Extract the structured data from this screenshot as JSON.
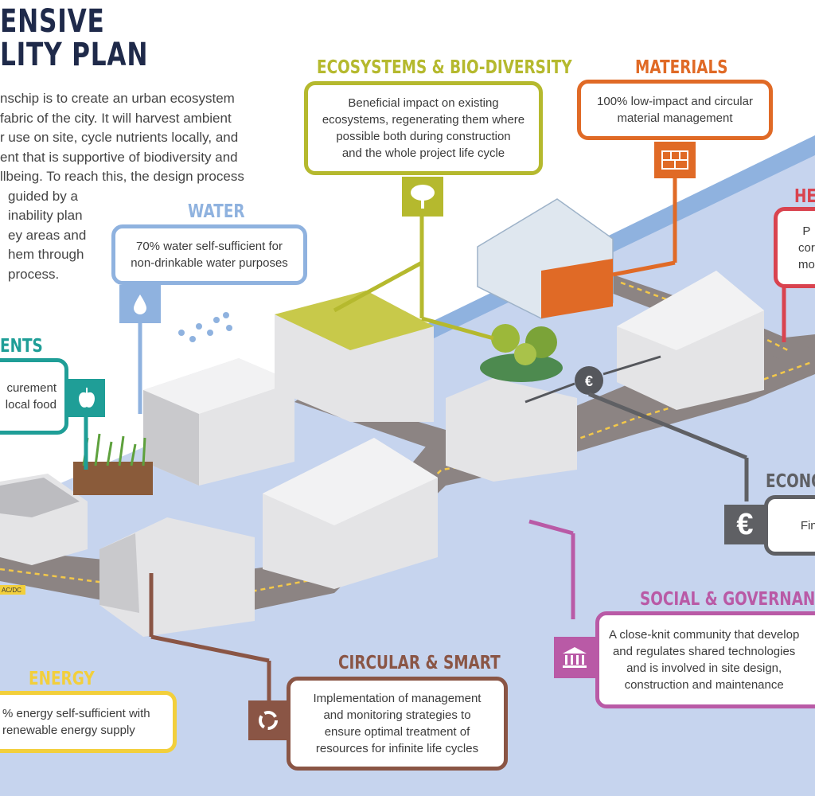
{
  "header": {
    "title_line1": "ENSIVE",
    "title_line2": "LITY PLAN",
    "intro_lines": [
      "nschip is to create an urban ecosystem",
      "fabric of the city. It will harvest ambient",
      "r use on site, cycle nutrients locally, and",
      "ent that is supportive of biodiversity and",
      "llbeing. To reach this, the design process",
      "guided by a",
      "inability plan",
      "ey areas and",
      "hem through",
      "process."
    ]
  },
  "categories": {
    "ecosystems": {
      "title": "ECOSYSTEMS & BIO-DIVERSITY",
      "text": "Beneficial impact on existing\necosystems, regenerating them where\npossible both during construction\nand the whole project life cycle",
      "color": "#b5b92e",
      "icon": "tree-icon"
    },
    "materials": {
      "title": "MATERIALS",
      "text": "100% low-impact and circular\nmaterial management",
      "color": "#e06a26",
      "icon": "brick-icon"
    },
    "health": {
      "title": "HEA",
      "text": "P\ncor\nmo",
      "color": "#d9434f",
      "icon": ""
    },
    "water": {
      "title": "WATER",
      "text": "70% water self-sufficient for\nnon-drinkable water purposes",
      "color": "#8fb2df",
      "icon": "water-drop-icon"
    },
    "nutrients": {
      "title": "ENTS",
      "text": "curement\nlocal food",
      "color": "#1f9e97",
      "icon": "apple-icon"
    },
    "economy": {
      "title": "ECONOM",
      "text": "Fina",
      "color": "#5f6064",
      "icon": "euro-icon"
    },
    "social": {
      "title": "SOCIAL & GOVERNANCE",
      "text": "A close-knit community that develop\nand regulates shared technologies\nand is involved in site design,\nconstruction and maintenance",
      "color": "#b95aa6",
      "icon": "institution-icon"
    },
    "circular": {
      "title": "CIRCULAR & SMART",
      "text": "Implementation of management\nand monitoring strategies to\nensure optimal treatment of\nresources for infinite life cycles",
      "color": "#8a5545",
      "icon": "cycle-arrows-icon"
    },
    "energy": {
      "title": "ENERGY",
      "text": "% energy self-sufficient with\nrenewable energy supply",
      "color": "#f2cf3c",
      "icon": ""
    }
  },
  "illustration": {
    "acdc_label": "AC/DC"
  },
  "colors": {
    "water_surface": "#c6d4ee",
    "river_edge": "#8fb2df",
    "path": "#8c8483",
    "path_dash": "#f3c84a",
    "building": "#e4e4e6",
    "building_shade": "#bcbcc0"
  }
}
